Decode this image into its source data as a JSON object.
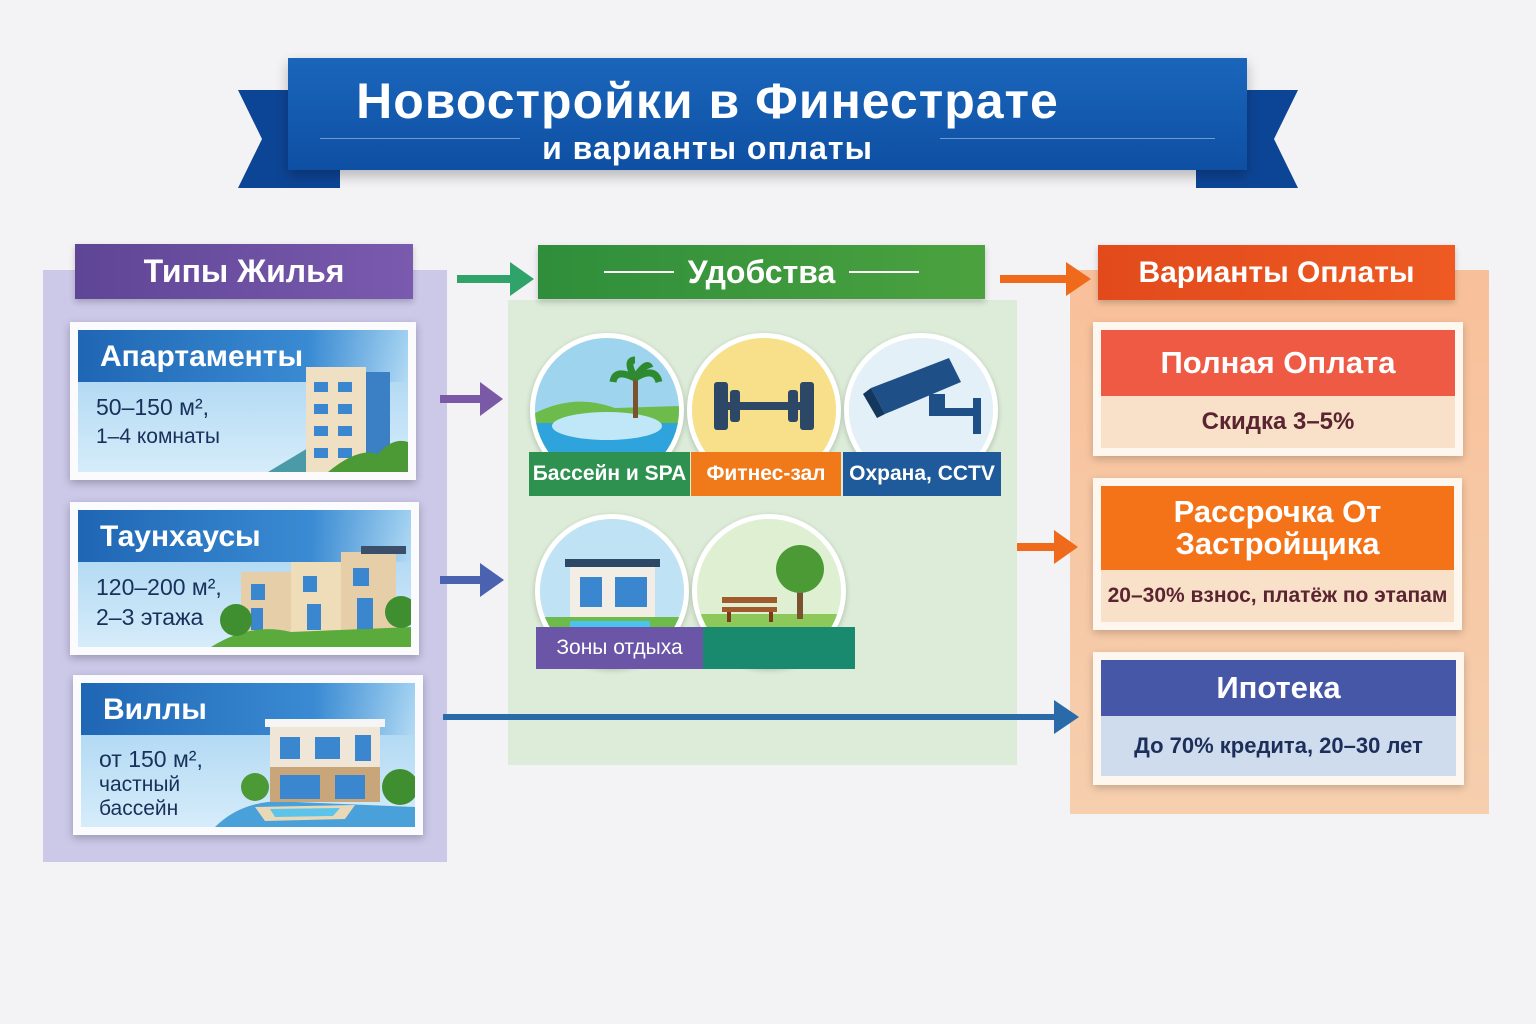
{
  "title": {
    "line1": "Новостройки в Финестрате",
    "line2": "и варианты оплаты"
  },
  "columns": {
    "types": {
      "header": "Типы Жилья",
      "items": [
        {
          "name": "Апартаменты",
          "line1": "50–150 м²,",
          "line2": "1–4 комнаты"
        },
        {
          "name": "Таунхаусы",
          "line1": "120–200 м²,",
          "line2": "2–3 этажа"
        },
        {
          "name": "Виллы",
          "line1": "от 150 м²,",
          "line2": "частный",
          "line3": "бассейн"
        }
      ]
    },
    "amenities": {
      "header": "Удобства",
      "items": [
        {
          "label": "Бассейн и SPA",
          "icon": "pool-palm-icon"
        },
        {
          "label": "Фитнес-зал",
          "icon": "dumbbell-icon"
        },
        {
          "label": "Охрана, CCTV",
          "icon": "cctv-camera-icon"
        },
        {
          "label": "Зоны отдыха",
          "icon": "villa-pool-icon"
        },
        {
          "label": "",
          "icon": "park-bench-tree-icon"
        }
      ]
    },
    "payments": {
      "header": "Варианты Оплаты",
      "items": [
        {
          "title": "Полная Оплата",
          "desc": "Скидка 3–5%"
        },
        {
          "title": "Рассрочка От Застройщика",
          "desc": "20–30% взнос, платёж по этапам"
        },
        {
          "title": "Ипотека",
          "desc": "До 70% кредита, 20–30 лет"
        }
      ]
    }
  },
  "colors": {
    "blue": "#0e4fa3",
    "purple": "#6b4fa0",
    "green": "#3d9a3e",
    "orange": "#e8501e"
  }
}
